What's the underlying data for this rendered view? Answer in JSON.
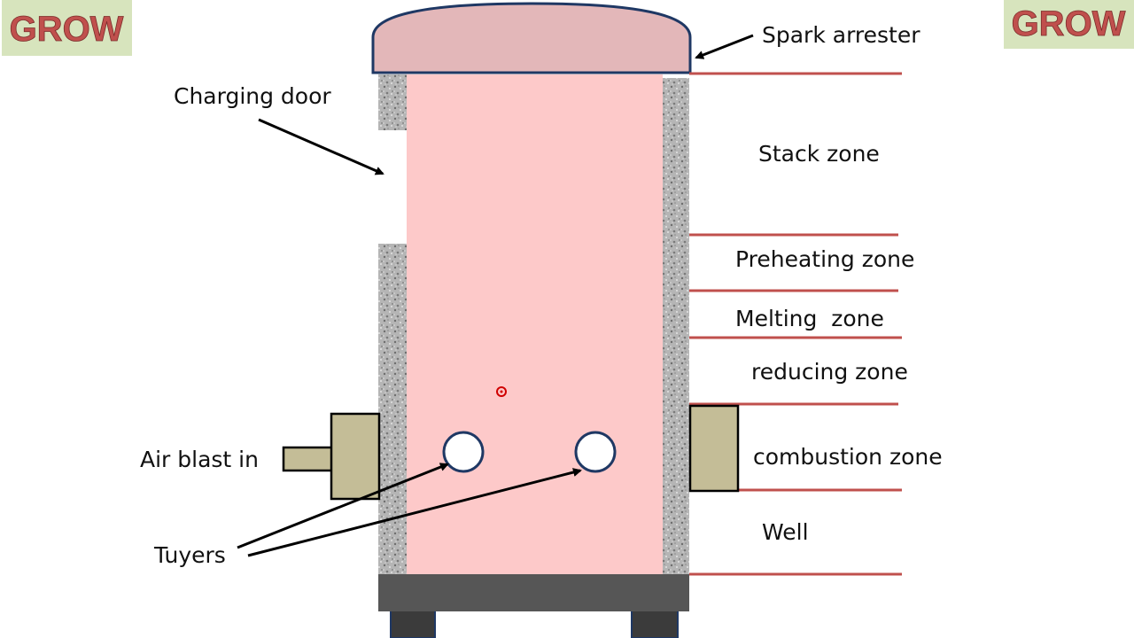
{
  "badges": {
    "left": "GROW",
    "right": "GROW"
  },
  "labels": {
    "spark_arrester": "Spark arrester",
    "charging_door": "Charging door",
    "air_blast_in": "Air blast in",
    "tuyers": "Tuyers"
  },
  "zones": [
    {
      "name": "Stack zone"
    },
    {
      "name": "Preheating zone"
    },
    {
      "name": "Melting  zone"
    },
    {
      "name": "reducing zone"
    },
    {
      "name": "combustion zone"
    },
    {
      "name": "Well"
    }
  ],
  "colors": {
    "badge_bg": "#d7e4bd",
    "badge_text": "#c0504d",
    "furnace_fill": "#fdc9c9",
    "cap_fill": "#e3b7b9",
    "outline": "#1f3864",
    "refractory": "#9e9e9e",
    "zone_line": "#c0504d",
    "base": "#565656",
    "legs": "#3b3b3b",
    "box": "#c4bd97",
    "marker": "#d00000"
  }
}
